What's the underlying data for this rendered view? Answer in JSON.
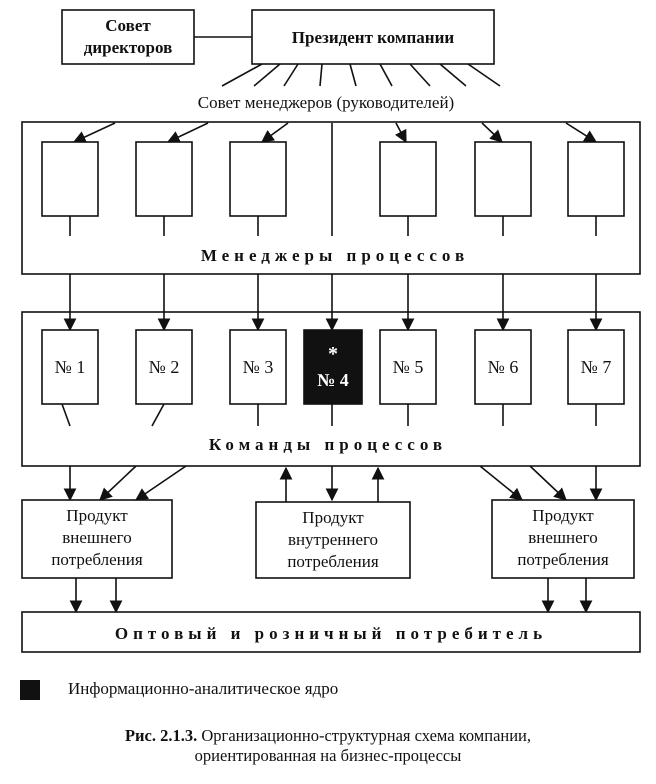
{
  "top": {
    "board": [
      "Совет",
      "директоров"
    ],
    "president": "Президент компании",
    "council": "Совет менеджеров (руководителей)"
  },
  "managers_label": "Менеджеры процессов",
  "teams": {
    "items": [
      "№ 1",
      "№ 2",
      "№ 3",
      "№ 4",
      "№ 5",
      "№ 6",
      "№ 7"
    ],
    "core_mark": "*",
    "core_index": 3,
    "label": "Команды процессов"
  },
  "products": [
    [
      "Продукт",
      "внешнего",
      "потребления"
    ],
    [
      "Продукт",
      "внутреннего",
      "потребления"
    ],
    [
      "Продукт",
      "внешнего",
      "потребления"
    ]
  ],
  "consumer": "Оптовый и розничный потребитель",
  "legend": "Информационно-аналитическое ядро",
  "caption": {
    "label": "Рис. 2.1.3.",
    "line1": "Организационно-структурная схема компании,",
    "line2": "ориентированная на бизнес-процессы"
  },
  "colors": {
    "ink": "#111111",
    "core_fill": "#111111",
    "core_text": "#ffffff"
  }
}
